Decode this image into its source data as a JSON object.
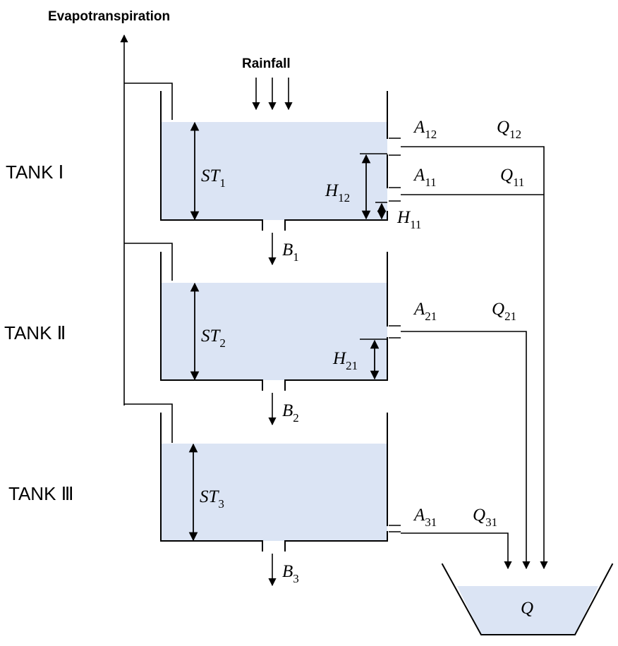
{
  "title": "Evapotranspiration",
  "rainfall": "Rainfall",
  "tanks": [
    {
      "label": "TANK Ⅰ",
      "storage": {
        "sym": "ST",
        "sub": "1"
      },
      "bottom_outlet": {
        "sym": "B",
        "sub": "1"
      },
      "side_outlets": [
        {
          "area": {
            "sym": "A",
            "sub": "12"
          },
          "flow": {
            "sym": "Q",
            "sub": "12"
          }
        },
        {
          "area": {
            "sym": "A",
            "sub": "11"
          },
          "flow": {
            "sym": "Q",
            "sub": "11"
          }
        }
      ],
      "heights": [
        {
          "sym": "H",
          "sub": "12"
        },
        {
          "sym": "H",
          "sub": "11"
        }
      ]
    },
    {
      "label": "TANK Ⅱ",
      "storage": {
        "sym": "ST",
        "sub": "2"
      },
      "bottom_outlet": {
        "sym": "B",
        "sub": "2"
      },
      "side_outlets": [
        {
          "area": {
            "sym": "A",
            "sub": "21"
          },
          "flow": {
            "sym": "Q",
            "sub": "21"
          }
        }
      ],
      "heights": [
        {
          "sym": "H",
          "sub": "21"
        }
      ]
    },
    {
      "label": "TANK Ⅲ",
      "storage": {
        "sym": "ST",
        "sub": "3"
      },
      "bottom_outlet": {
        "sym": "B",
        "sub": "3"
      },
      "side_outlets": [
        {
          "area": {
            "sym": "A",
            "sub": "31"
          },
          "flow": {
            "sym": "Q",
            "sub": "31"
          }
        }
      ],
      "heights": []
    }
  ],
  "total_outflow": "Q",
  "colors": {
    "water": "#dbe4f4",
    "line": "#000000"
  }
}
